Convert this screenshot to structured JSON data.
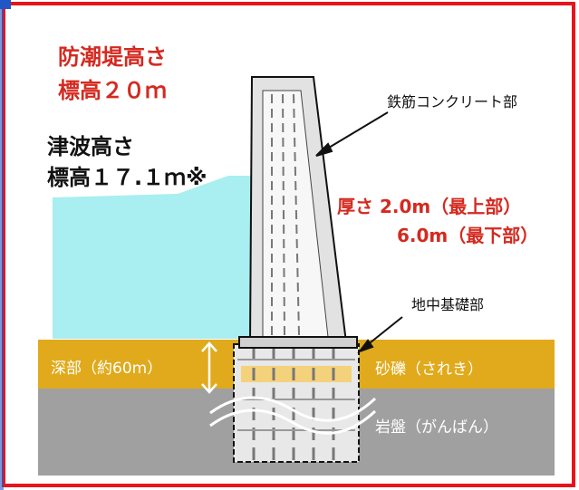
{
  "seawall": {
    "height_title": "防潮堤高さ",
    "height_value": "標高２０ｍ"
  },
  "tsunami": {
    "title": "津波高さ",
    "value": "標高１７.１ｍ※"
  },
  "thickness": {
    "line1": "厚さ 2.0m（最上部）",
    "line2": "6.0m（最下部）"
  },
  "parts": {
    "concrete": "鉄筋コンクリート部",
    "foundation": "地中基礎部"
  },
  "layers": {
    "depth": "深部（約60m）",
    "gravel": "砂礫（されき）",
    "bedrock": "岩盤（がんばん）"
  },
  "colors": {
    "frame": "#e8141c",
    "accent_text": "#d42a20",
    "sea": "#a9eef0",
    "gravel": "#e0aa1c",
    "bedrock": "#a0a0a0",
    "wall": "#e2e2e2"
  }
}
